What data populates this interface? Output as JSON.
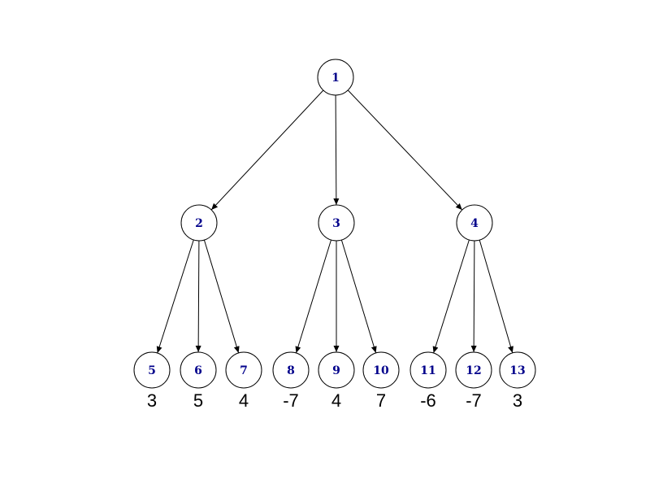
{
  "diagram": {
    "type": "tree",
    "description": "Three-level tree graph: root 1; children 2,3,4; each with three leaf children; numeric values under leaves",
    "colors": {
      "background": "#ffffff",
      "node_fill": "#ffffff",
      "node_border": "#000000",
      "node_label": "#00008b",
      "edge": "#000000",
      "leaf_value": "#000000"
    },
    "nodes": [
      {
        "label": "1"
      },
      {
        "label": "2"
      },
      {
        "label": "3"
      },
      {
        "label": "4"
      },
      {
        "label": "5"
      },
      {
        "label": "6"
      },
      {
        "label": "7"
      },
      {
        "label": "8"
      },
      {
        "label": "9"
      },
      {
        "label": "10"
      },
      {
        "label": "11"
      },
      {
        "label": "12"
      },
      {
        "label": "13"
      }
    ],
    "edges": [
      "1-2",
      "1-3",
      "1-4",
      "2-5",
      "2-6",
      "2-7",
      "3-8",
      "3-9",
      "3-10",
      "4-11",
      "4-12",
      "4-13"
    ],
    "leaf_values": [
      {
        "node": "5",
        "value": "3"
      },
      {
        "node": "6",
        "value": "5"
      },
      {
        "node": "7",
        "value": "4"
      },
      {
        "node": "8",
        "value": "-7"
      },
      {
        "node": "9",
        "value": "4"
      },
      {
        "node": "10",
        "value": "7"
      },
      {
        "node": "11",
        "value": "-6"
      },
      {
        "node": "12",
        "value": "-7"
      },
      {
        "node": "13",
        "value": "3"
      }
    ]
  }
}
